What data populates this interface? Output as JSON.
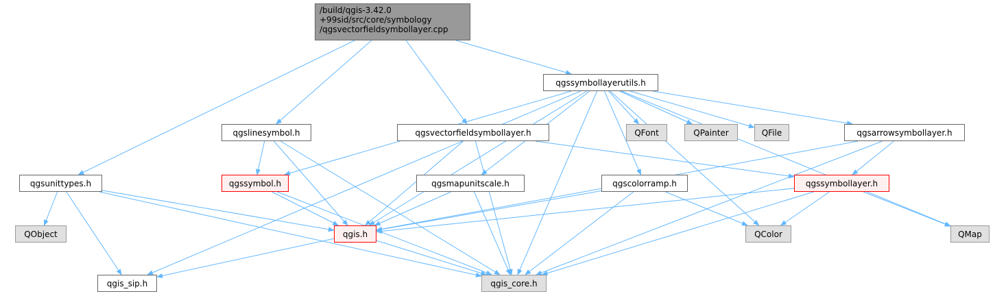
{
  "colors": {
    "edge": "#63b8ff",
    "root_fill": "#999999",
    "external_fill": "#e0e0e0",
    "highlight_border": "#ff0000"
  },
  "nodes": {
    "root": "/build/qgis-3.42.0\n+99sid/src/core/symbology\n/qgsvectorfieldsymbollayer.cpp",
    "utils": "qgssymbollayerutils.h",
    "unittypes": "qgsunittypes.h",
    "linesymbol": "qgslinesymbol.h",
    "vfsl": "qgsvectorfieldsymbollayer.h",
    "qfont": "QFont",
    "qpainter": "QPainter",
    "qfile": "QFile",
    "arrow": "qgsarrowsymbollayer.h",
    "symbol": "qgssymbol.h",
    "mapunit": "qgsmapunitscale.h",
    "colorramp": "qgscolorramp.h",
    "symbollayer": "qgssymbollayer.h",
    "qobject": "QObject",
    "qgis": "qgis.h",
    "qcolor": "QColor",
    "qmap": "QMap",
    "sip": "qgis_sip.h",
    "core": "qgis_core.h"
  },
  "edges": [
    [
      "root",
      "unittypes"
    ],
    [
      "root",
      "linesymbol"
    ],
    [
      "root",
      "vfsl"
    ],
    [
      "root",
      "utils"
    ],
    [
      "utils",
      "qfont"
    ],
    [
      "utils",
      "qpainter"
    ],
    [
      "utils",
      "qfile"
    ],
    [
      "utils",
      "arrow"
    ],
    [
      "utils",
      "qmap"
    ],
    [
      "utils",
      "qcolor"
    ],
    [
      "utils",
      "colorramp"
    ],
    [
      "utils",
      "core"
    ],
    [
      "utils",
      "mapunit"
    ],
    [
      "utils",
      "symbol"
    ],
    [
      "utils",
      "qgis"
    ],
    [
      "utils",
      "sip"
    ],
    [
      "linesymbol",
      "symbol"
    ],
    [
      "linesymbol",
      "qgis"
    ],
    [
      "linesymbol",
      "core"
    ],
    [
      "vfsl",
      "qgis"
    ],
    [
      "vfsl",
      "core"
    ],
    [
      "vfsl",
      "symbollayer"
    ],
    [
      "arrow",
      "symbollayer"
    ],
    [
      "arrow",
      "qgis"
    ],
    [
      "arrow",
      "core"
    ],
    [
      "unittypes",
      "qobject"
    ],
    [
      "unittypes",
      "sip"
    ],
    [
      "unittypes",
      "qgis"
    ],
    [
      "unittypes",
      "core"
    ],
    [
      "symbol",
      "qgis"
    ],
    [
      "symbol",
      "core"
    ],
    [
      "mapunit",
      "qgis"
    ],
    [
      "mapunit",
      "core"
    ],
    [
      "colorramp",
      "qgis"
    ],
    [
      "colorramp",
      "core"
    ],
    [
      "colorramp",
      "qcolor"
    ],
    [
      "symbollayer",
      "qgis"
    ],
    [
      "symbollayer",
      "qcolor"
    ],
    [
      "symbollayer",
      "qmap"
    ],
    [
      "symbollayer",
      "core"
    ],
    [
      "qgis",
      "sip"
    ],
    [
      "qgis",
      "core"
    ]
  ]
}
